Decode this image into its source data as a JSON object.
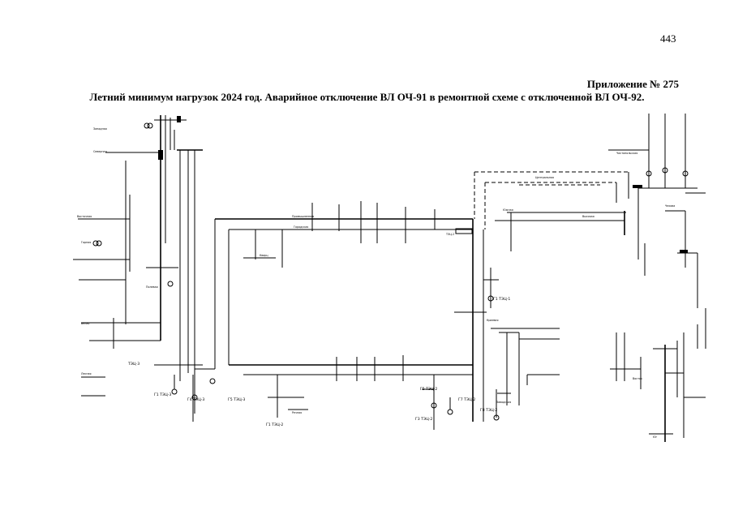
{
  "page_number": "443",
  "appendix": "Приложение № 275",
  "title": "Летний минимум нагрузок 2024 год. Аварийное отключение ВЛ ОЧ-91 в ремонтной схеме с отключенной ВЛ ОЧ-92.",
  "labels": {
    "tch3": "ТЭЦ-3",
    "gt_tch3": "Г1 ТЭЦ-3",
    "g4_tch3": "Г4 ТЭЦ-3",
    "g5_tch3": "Г5 ТЭЦ-3",
    "g2_tch3": "Г2 ТЭЦ-3",
    "g1_tch2": "Г1 ТЭЦ-2",
    "g3_tch2": "Г3 ТЭЦ-2",
    "g7_tch2": "Г7 ТЭЦ-2",
    "g8_tch2": "Г8 ТЭЦ-2",
    "g5_tch2": "Г5 ТЭЦ-2",
    "g1_tch1": "Г1 ТЭЦ-1",
    "tch2": "ТЭЦ-2",
    "promyshlennaya": "Промышленная",
    "gorodskaya": "Городская",
    "yuzhnaya": "Южная",
    "zapadnaya": "Западная",
    "severnaya": "Северная",
    "vostochnaya": "Восточная",
    "tsentralnaya": "Центральная",
    "chistopolskaya": "Чистопольская",
    "zavodskaya": "Заводская",
    "rechnaya": "Речная",
    "vysokaya": "Высокая",
    "kraevaya": "Краевая",
    "chekhova": "Чехова",
    "gornaya": "Горная",
    "belaya": "Белая",
    "lesnaya": "Лесная",
    "polevaya": "Полевая",
    "kvarts": "Кварц",
    "vostok": "Восток",
    "yug": "Юг"
  }
}
